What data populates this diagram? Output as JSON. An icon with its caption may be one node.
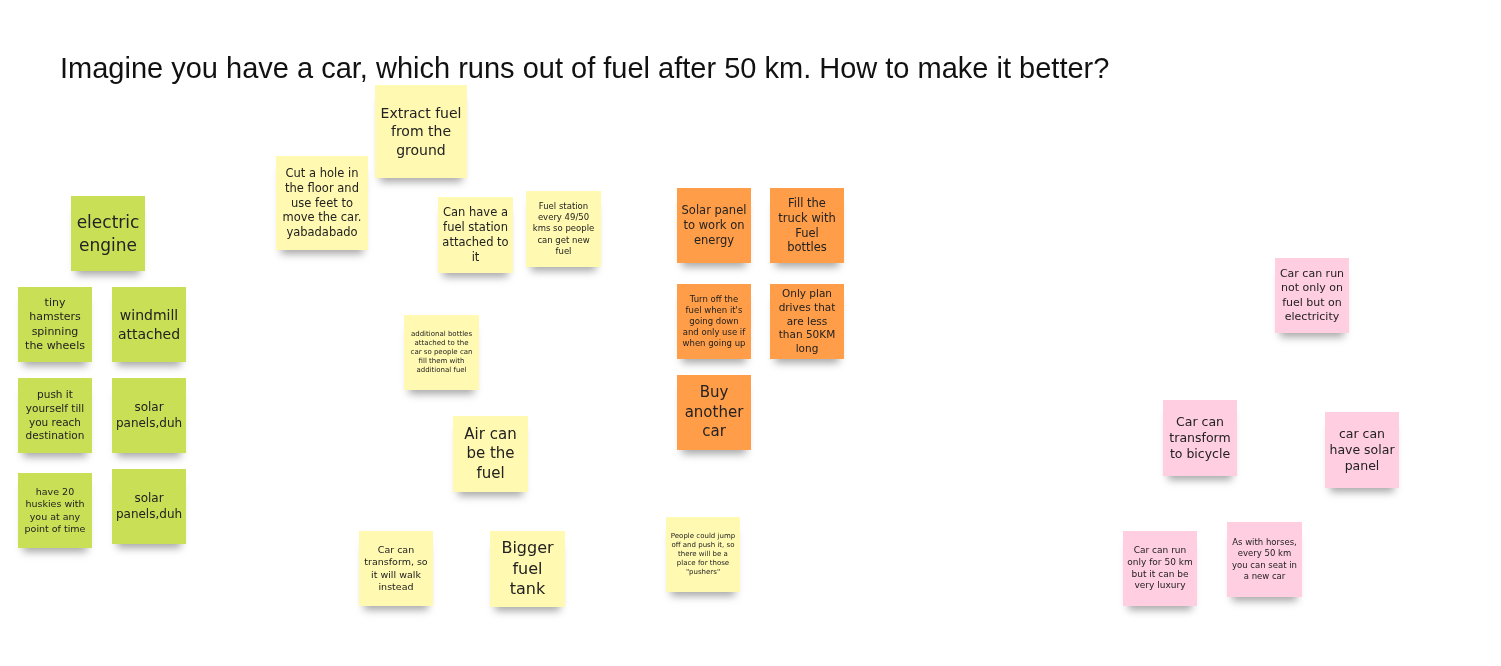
{
  "diagram": {
    "title": "Imagine you have a car, which runs out of fuel after 50 km. How to make it better?",
    "nodes": [
      {
        "text": [
          "Extract fuel from the ground"
        ]
      },
      {
        "text": [
          "Cut a hole in the floor and use feet to move the car. yabadabado"
        ]
      },
      {
        "text": [
          "electric engine"
        ]
      },
      {
        "text": [
          "Can have a fuel station attached to it"
        ]
      },
      {
        "text": [
          "Fuel station every 49/50 kms so people can get new fuel"
        ]
      },
      {
        "text": [
          "Solar panel to work on energy"
        ]
      },
      {
        "text": [
          "Fill the truck with Fuel bottles"
        ]
      },
      {
        "text": [
          "Car can run not only on fuel but on electricity"
        ]
      },
      {
        "text": [
          "tiny hamsters spinning the wheels"
        ]
      },
      {
        "text": [
          "windmill attached"
        ]
      },
      {
        "text": [
          "Turn off the fuel when it's going down and only use if when going up"
        ]
      },
      {
        "text": [
          "Only plan drives that are less than 50KM long"
        ]
      },
      {
        "text": [
          "additional bottles attached to the car so people can fill them with additional fuel"
        ]
      },
      {
        "text": [
          "Buy another car"
        ]
      },
      {
        "text": [
          "push it yourself till you reach destination"
        ]
      },
      {
        "text": [
          "solar panels,duh"
        ]
      },
      {
        "text": [
          "Car can transform to bicycle"
        ]
      },
      {
        "text": [
          "car can have solar panel"
        ]
      },
      {
        "text": [
          "Air can be the fuel"
        ]
      },
      {
        "text": [
          "have 20 huskies with you at any point of time"
        ]
      },
      {
        "text": [
          "solar panels,duh"
        ]
      },
      {
        "text": [
          "People could jump off and push it, so there will be a place for those \"pushers\""
        ]
      },
      {
        "text": [
          "As with horses, every 50 km you can seat in a new car"
        ]
      },
      {
        "text": [
          "Car can transform, so it will walk instead"
        ]
      },
      {
        "text": [
          "Bigger fuel tank"
        ]
      },
      {
        "text": [
          "Car can run only for 50 km but it can be very luxury"
        ]
      }
    ]
  }
}
